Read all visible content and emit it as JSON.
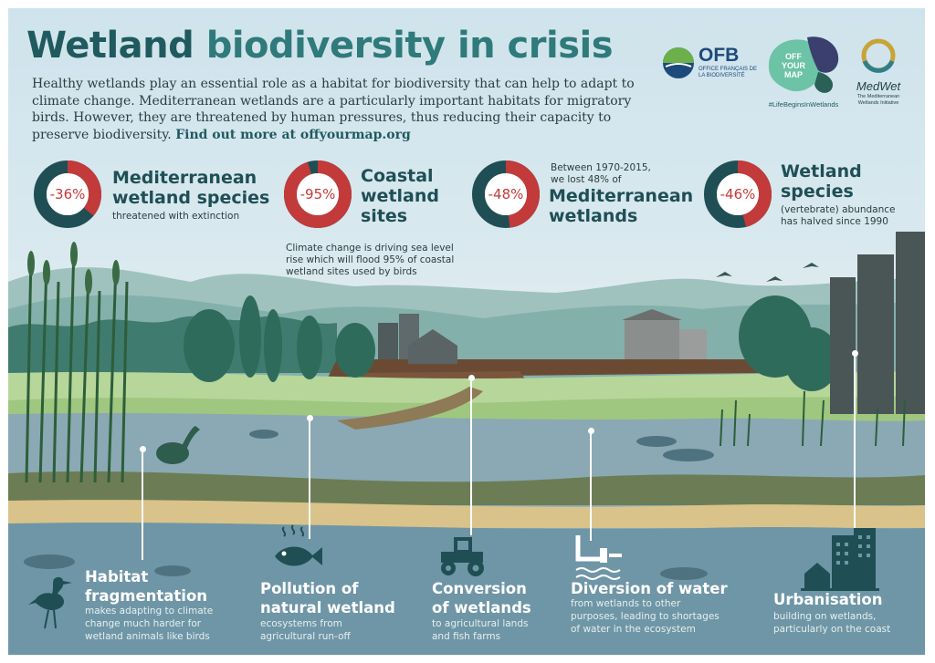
{
  "title": {
    "part1": "Wetland",
    "part2": "biodiversity in crisis"
  },
  "intro": {
    "text": "Healthy wetlands play an essential role as a habitat for biodiversity that can help to adapt to climate change. Mediterranean wetlands are a particularly  important habitats for migratory birds. However, they are threatened by human pressures, thus reducing their capacity to preserve biodiversity.",
    "link": "Find out more at offyourmap.org"
  },
  "logos": {
    "ofb": {
      "name": "OFB",
      "sub": "OFFICE FRANÇAIS DE LA BIODIVERSITÉ"
    },
    "offyourmap": {
      "text": "OFF YOUR MAP",
      "tag": "#LifeBeginsInWetlands"
    },
    "medwet": {
      "name": "MedWet",
      "sub": "The Mediterranean Wetlands Initiative"
    }
  },
  "stats": [
    {
      "value": "-36%",
      "fraction": 0.36,
      "pre": "",
      "headline1": "Mediterranean",
      "headline2": "wetland species",
      "headline3": "",
      "sub1": "threatened with extinction",
      "sub2": "",
      "sub3": ""
    },
    {
      "value": "-95%",
      "fraction": 0.95,
      "pre": "",
      "headline1": "Coastal",
      "headline2": "wetland",
      "headline3": "sites",
      "sub1": "Climate change is driving sea level",
      "sub2": "rise which will flood 95% of coastal",
      "sub3": "wetland sites used by birds"
    },
    {
      "value": "-48%",
      "fraction": 0.48,
      "pre1": "Between 1970-2015,",
      "pre2": "we lost 48% of",
      "headline1": "Mediterranean",
      "headline2": "wetlands",
      "headline3": "",
      "sub1": "",
      "sub2": "",
      "sub3": ""
    },
    {
      "value": "-46%",
      "fraction": 0.46,
      "pre": "",
      "headline1": "Wetland",
      "headline2": "species",
      "headline3": "",
      "sub1": "(vertebrate) abundance",
      "sub2": "has halved since 1990",
      "sub3": ""
    }
  ],
  "threats": [
    {
      "title1": "Habitat",
      "title2": "fragmentation",
      "desc1": "makes adapting to climate",
      "desc2": "change much harder for",
      "desc3": "wetland animals like birds",
      "icon": "heron-icon"
    },
    {
      "title1": "Pollution of",
      "title2": "natural wetland",
      "desc1": "ecosystems from",
      "desc2": "agricultural run-off",
      "desc3": "",
      "icon": "polluted-fish-icon"
    },
    {
      "title1": "Conversion",
      "title2": "of wetlands",
      "desc1": "to agricultural lands",
      "desc2": "and fish farms",
      "desc3": "",
      "icon": "tractor-icon"
    },
    {
      "title1": "Diversion of water",
      "title2": "",
      "desc1": "from wetlands to other",
      "desc2": "purposes, leading to shortages",
      "desc3": "of water in the ecosystem",
      "icon": "water-pipe-icon"
    },
    {
      "title1": "Urbanisation",
      "title2": "",
      "desc1": "building on wetlands,",
      "desc2": "particularly on the coast",
      "desc3": "",
      "icon": "city-icon"
    }
  ],
  "colors": {
    "dark_teal": "#1f4f55",
    "red": "#c23a3a",
    "water": "#8aa9b4",
    "deep_water": "#6f96a6"
  }
}
